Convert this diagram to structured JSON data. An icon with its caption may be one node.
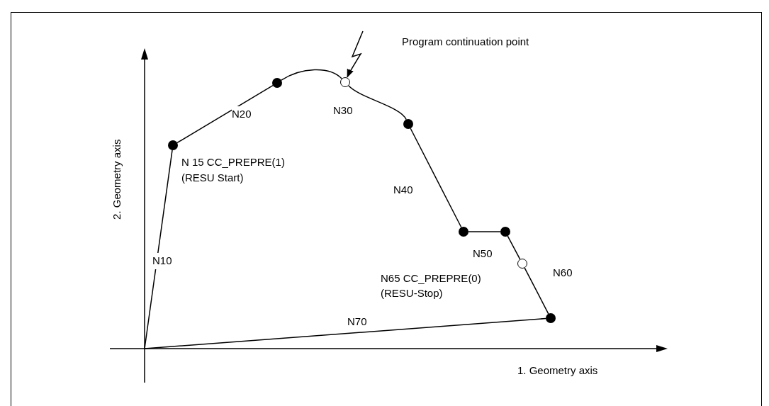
{
  "diagram": {
    "nodes": [
      {
        "text": [],
        "shape": "dot",
        "beside": [
          "N 15 CC_PREPRE(1)",
          "(RESU Start)"
        ]
      },
      {
        "text": [],
        "shape": "dot"
      },
      {
        "text": [],
        "shape": "circle"
      },
      {
        "text": [],
        "shape": "dot"
      },
      {
        "text": [],
        "shape": "dot"
      },
      {
        "text": [],
        "shape": "dot"
      },
      {
        "text": [],
        "shape": "circle",
        "beside": [
          "N65 CC_PREPRE(0)",
          "(RESU-Stop)"
        ]
      },
      {
        "text": [],
        "shape": "dot"
      },
      {
        "text": [
          "Program continuation point"
        ]
      }
    ],
    "edges": [
      {
        "from": null,
        "to": 0,
        "arrow": "none",
        "label": "N10"
      },
      {
        "from": 0,
        "to": 1,
        "arrow": "none",
        "label": "N20"
      },
      {
        "from": 1,
        "to": 2,
        "arrow": "none"
      },
      {
        "from": 2,
        "to": 3,
        "arrow": "none",
        "label": "N30"
      },
      {
        "from": 3,
        "to": 4,
        "arrow": "none",
        "label": "N40"
      },
      {
        "from": 4,
        "to": 5,
        "arrow": "none",
        "label": "N50"
      },
      {
        "from": 5,
        "to": 6,
        "arrow": "none",
        "label": "N60"
      },
      {
        "from": 6,
        "to": 7,
        "arrow": "none"
      },
      {
        "from": 7,
        "to": null,
        "arrow": "none",
        "label": "N70"
      },
      {
        "from": 8,
        "to": 2,
        "arrow": "to"
      }
    ],
    "labels": [
      "2. Geometry axis",
      "1. Geometry axis"
    ]
  }
}
